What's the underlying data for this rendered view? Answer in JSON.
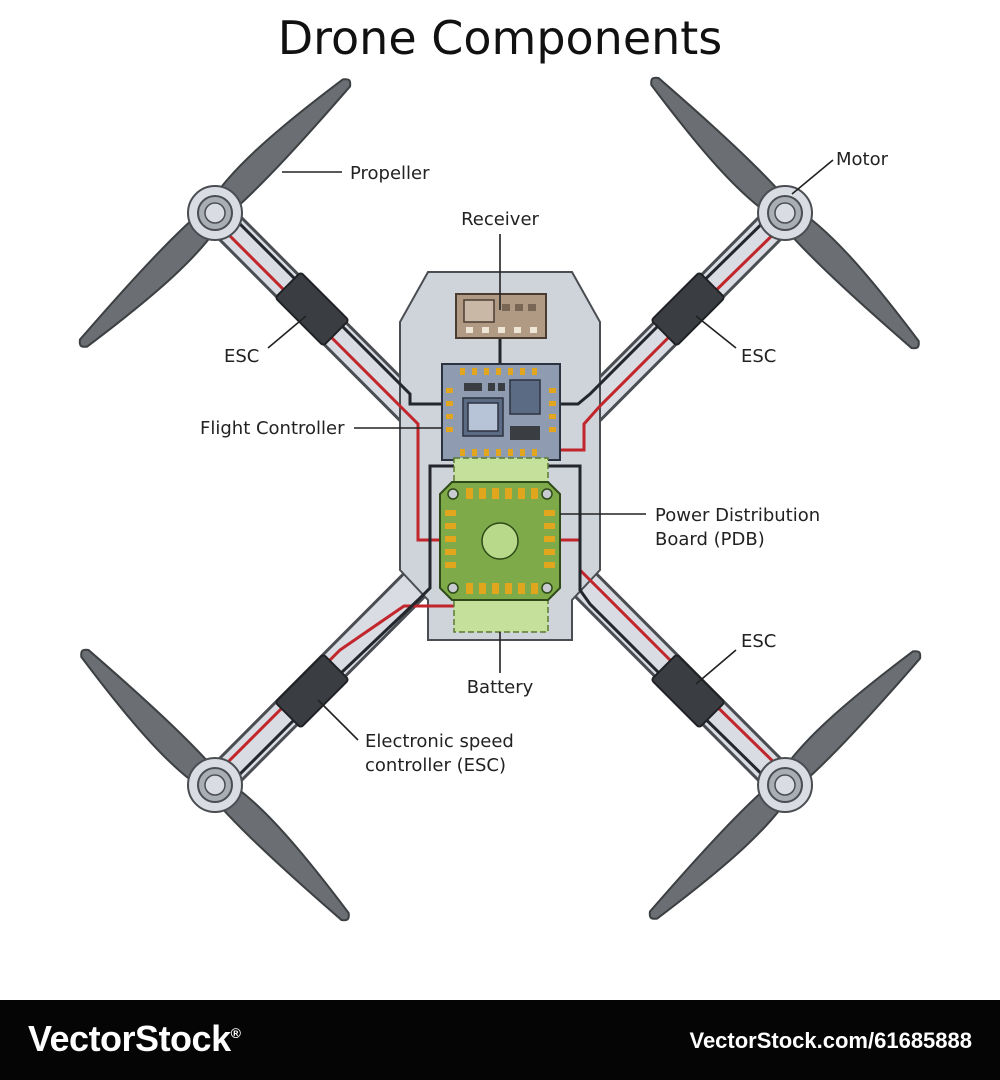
{
  "title": "Drone Components",
  "labels": {
    "propeller": "Propeller",
    "motor": "Motor",
    "receiver": "Receiver",
    "esc_top_left": "ESC",
    "esc_top_right": "ESC",
    "esc_right_bottom": "ESC",
    "flight_controller": "Flight Controller",
    "pdb_line1": "Power Distribution",
    "pdb_line2": "Board (PDB)",
    "battery": "Battery",
    "esc_full_line1": "Electronic speed",
    "esc_full_line2": "controller (ESC)"
  },
  "footer": {
    "brand": "VectorStock",
    "brand_mark": "®",
    "reference": "VectorStock.com/61685888"
  },
  "colors": {
    "frame": "#cfd3da",
    "blade": "#6b6e72",
    "esc": "#3a3d41",
    "red_wire": "#c0262b",
    "receiver": "#b09a84",
    "flight_controller": "#8e9bb0",
    "pdb": "#7eaa4a",
    "battery": "#c4e09b",
    "pad": "#e1a51e",
    "footer_bg": "#050505"
  }
}
